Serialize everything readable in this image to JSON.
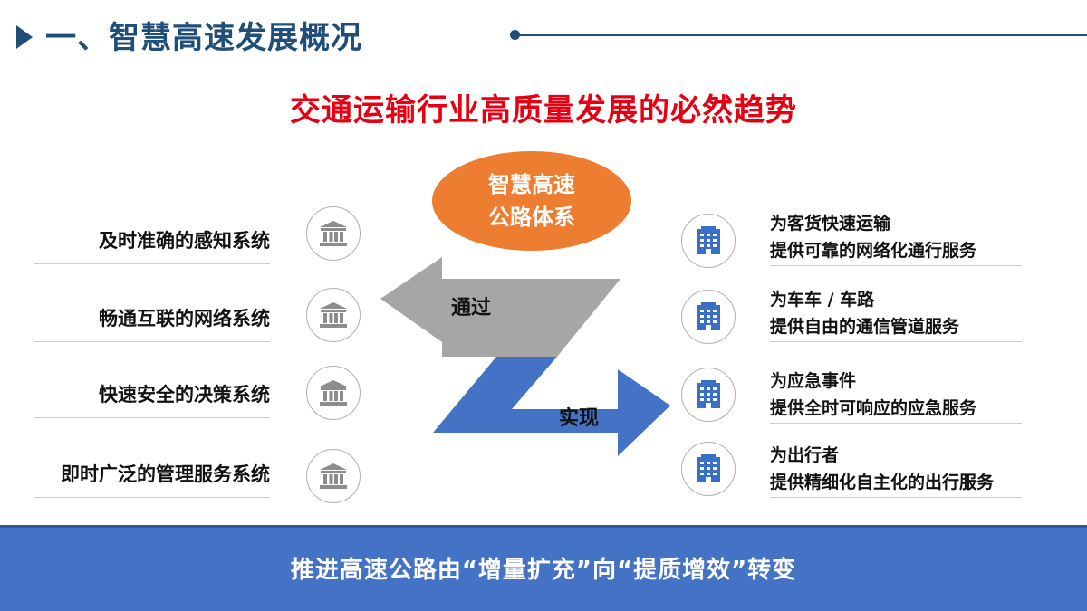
{
  "header": {
    "section_title": "一、智慧高速发展概况"
  },
  "main_heading": "交通运输行业高质量发展的必然趋势",
  "center": {
    "line1": "智慧高速",
    "line2": "公路体系"
  },
  "arrows": {
    "through": "通过",
    "realize": "实现"
  },
  "left_items": [
    {
      "label": "及时准确的感知系统",
      "icon": "bank-icon"
    },
    {
      "label": "畅通互联的网络系统",
      "icon": "bank-icon"
    },
    {
      "label": "快速安全的决策系统",
      "icon": "bank-icon"
    },
    {
      "label": "即时广泛的管理服务系统",
      "icon": "bank-icon"
    }
  ],
  "right_items": [
    {
      "line1": "为客货快速运输",
      "line2": "提供可靠的网络化通行服务",
      "icon": "building-icon"
    },
    {
      "line1": "为车车 / 车路",
      "line2": "提供自由的通信管道服务",
      "icon": "building-icon"
    },
    {
      "line1": "为应急事件",
      "line2": "提供全时可响应的应急服务",
      "icon": "building-icon"
    },
    {
      "line1": "为出行者",
      "line2": "提供精细化自主化的出行服务",
      "icon": "building-icon"
    }
  ],
  "banner": "推进高速公路由“增量扩充”向“提质增效”转变",
  "colors": {
    "title_blue": "#1f4e79",
    "heading_red": "#e60012",
    "oval_orange": "#ed7d31",
    "arrow_gray": "#a6a6a6",
    "arrow_blue": "#4472c4",
    "banner_blue": "#4472c4",
    "icon_gray": "#8c8c8c",
    "icon_blue": "#3a6fc7"
  }
}
